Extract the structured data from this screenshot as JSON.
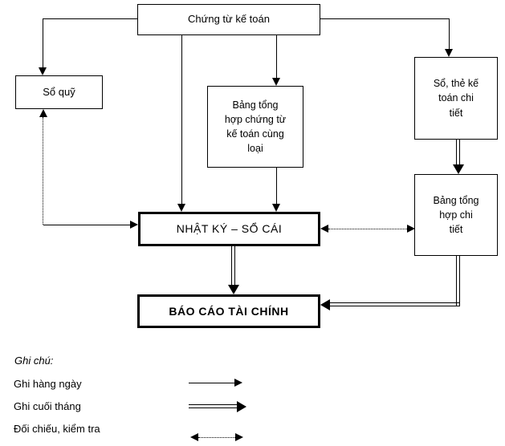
{
  "diagram": {
    "title_hint": "Accounting flow diagram (Nhật ký – Sổ cái form)",
    "colors": {
      "line": "#000000",
      "background": "#ffffff",
      "text": "#000000"
    },
    "nodes": {
      "chung_tu": {
        "label": "Chứng từ kế toán"
      },
      "so_quy": {
        "label": "Sổ quỹ"
      },
      "bang_chung_tu": {
        "label": "Bảng tổng\nhợp chứng từ\nkế toán cùng\nloại"
      },
      "so_the": {
        "label": "Sổ, thẻ kế\ntoán chi\ntiết"
      },
      "bang_chi_tiet": {
        "label": "Bảng tổng\nhợp chi\ntiết"
      },
      "nhat_ky": {
        "label": "NHẬT KÝ – SỔ CÁI"
      },
      "bao_cao": {
        "label": "BÁO CÁO TÀI CHÍNH"
      }
    },
    "edges": [
      {
        "from": "chung_tu",
        "to": "so_quy",
        "style": "daily-solid-arrow"
      },
      {
        "from": "chung_tu",
        "to": "bang_chung_tu",
        "style": "daily-solid-arrow"
      },
      {
        "from": "chung_tu",
        "to": "nhat_ky",
        "style": "daily-solid-arrow"
      },
      {
        "from": "chung_tu",
        "to": "so_the",
        "style": "daily-solid-arrow"
      },
      {
        "from": "bang_chung_tu",
        "to": "nhat_ky",
        "style": "daily-solid-arrow"
      },
      {
        "from": "so_quy",
        "to": "nhat_ky",
        "style": "check-dotted-arrow"
      },
      {
        "from": "so_the",
        "to": "bang_chi_tiet",
        "style": "monthly-double-arrow"
      },
      {
        "from": "nhat_ky",
        "to": "bang_chi_tiet",
        "style": "check-dotted-double-headed"
      },
      {
        "from": "nhat_ky",
        "to": "bao_cao",
        "style": "monthly-double-arrow"
      },
      {
        "from": "bang_chi_tiet",
        "to": "bao_cao",
        "style": "monthly-double-arrow"
      }
    ],
    "legend": {
      "title": "Ghi chú:",
      "items": [
        {
          "label": "Ghi hàng ngày",
          "style": "solid-arrow"
        },
        {
          "label": "Ghi cuối tháng",
          "style": "double-line-arrow"
        },
        {
          "label": "Đối chiếu, kiểm tra",
          "style": "dotted-double-headed-arrow"
        }
      ]
    }
  }
}
